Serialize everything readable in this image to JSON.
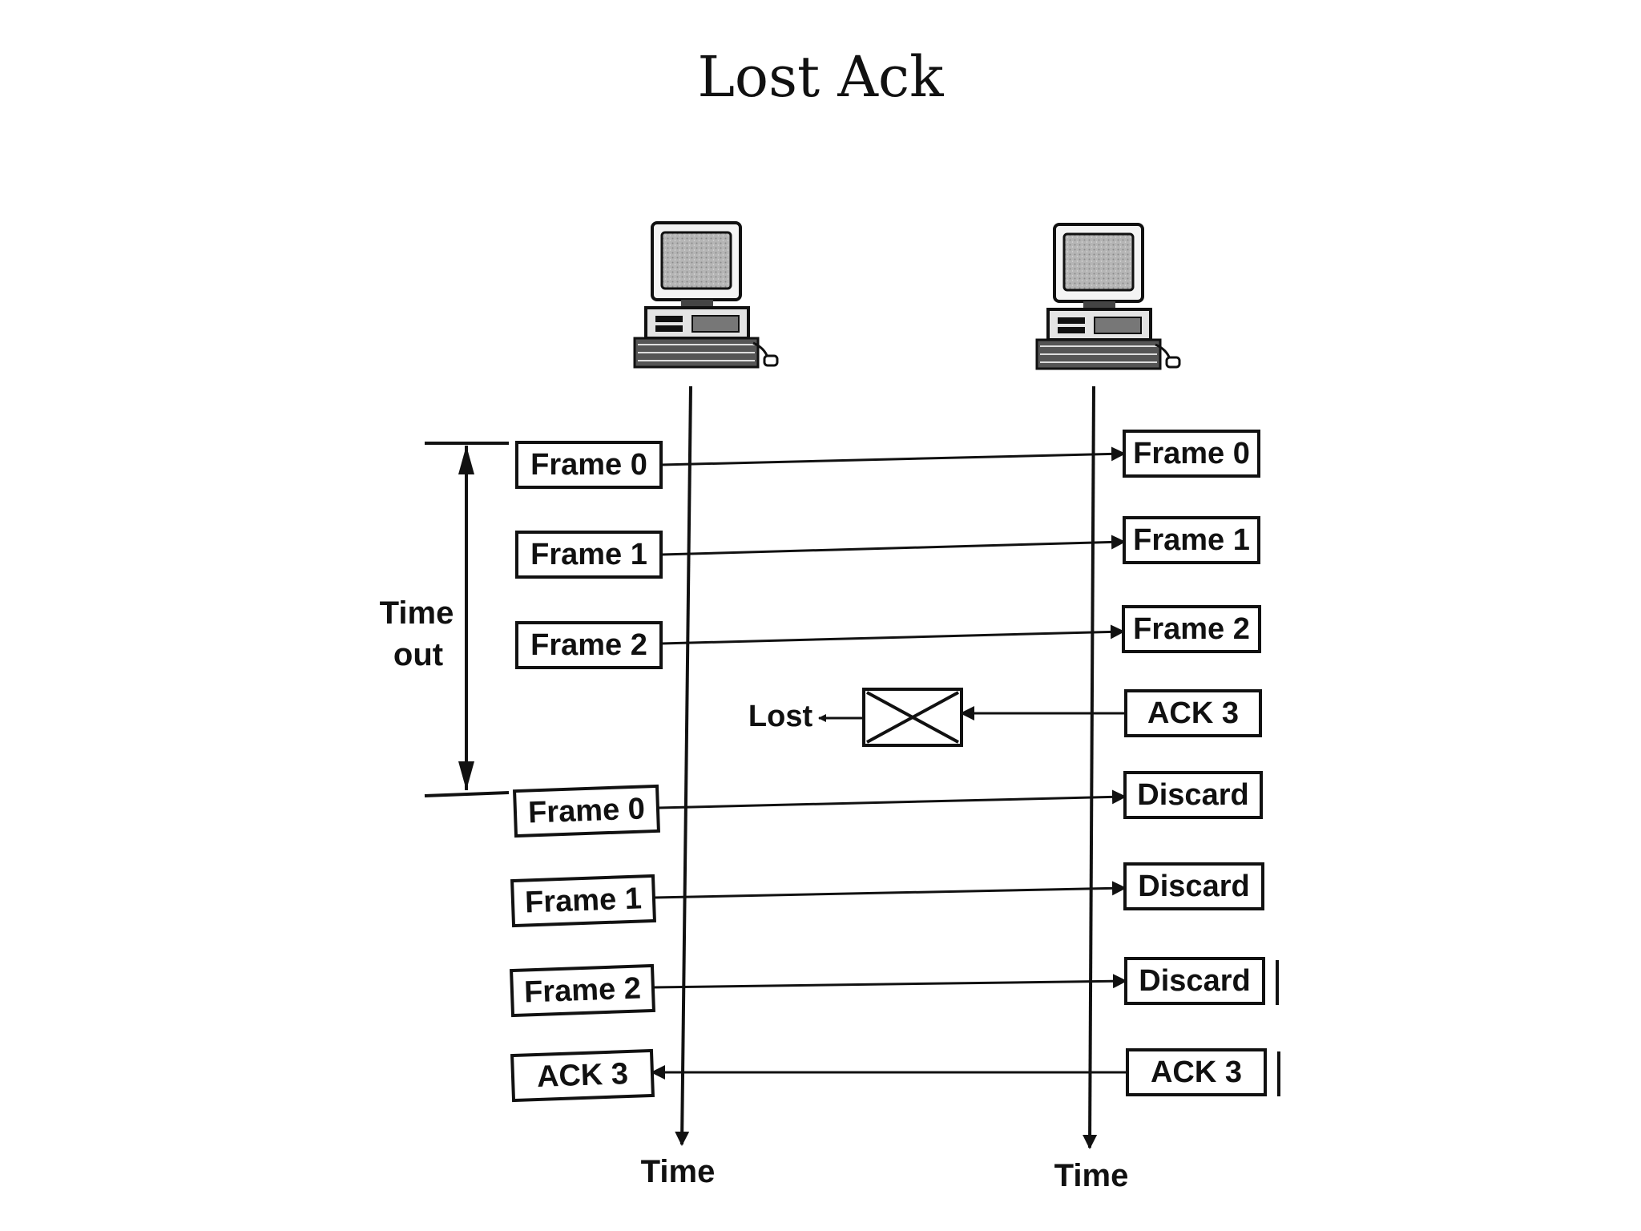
{
  "slide": {
    "title": "Lost Ack"
  },
  "diagram": {
    "timeout_label_line1": "Time",
    "timeout_label_line2": "out",
    "lost_label": "Lost",
    "sender_time_label": "Time",
    "receiver_time_label": "Time",
    "sender_frames": [
      "Frame 0",
      "Frame 1",
      "Frame 2",
      "Frame 0",
      "Frame 1",
      "Frame 2",
      "ACK 3"
    ],
    "receiver_boxes": [
      "Frame 0",
      "Frame 1",
      "Frame 2",
      "ACK 3",
      "Discard",
      "Discard",
      "Discard",
      "ACK 3"
    ]
  },
  "icons": {
    "sender": "desktop-computer-icon",
    "receiver": "desktop-computer-icon",
    "lost_marker": "x-box-icon"
  },
  "colors": {
    "ink": "#111111",
    "background": "#ffffff"
  }
}
